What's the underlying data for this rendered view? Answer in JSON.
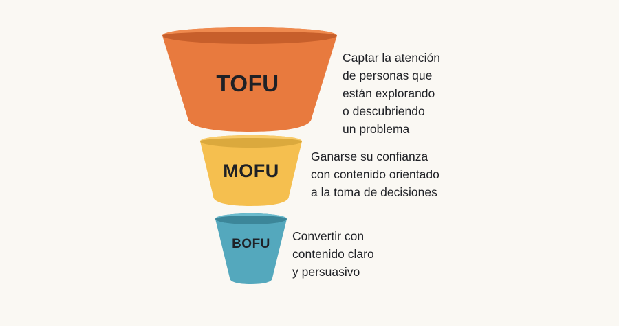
{
  "background_color": "#faf8f3",
  "text_color": "#1f2126",
  "diagram": {
    "type": "funnel",
    "name": "marketing-funnel-tofu-mofu-bofu",
    "stages": [
      {
        "id": "tofu",
        "label": "TOFU",
        "color": "#e87a3e",
        "rim_color": "#c75f2b",
        "description": "Captar la atención\nde personas que\nestán explorando\no descubriendo\nun problema"
      },
      {
        "id": "mofu",
        "label": "MOFU",
        "color": "#f5bf4f",
        "rim_color": "#dba93d",
        "description": "Ganarse su confianza\ncon contenido orientado\na la toma de decisiones"
      },
      {
        "id": "bofu",
        "label": "BOFU",
        "color": "#54a8bd",
        "rim_color": "#3c8699",
        "description": "Convertir con\ncontenido claro\ny persuasivo"
      }
    ]
  }
}
